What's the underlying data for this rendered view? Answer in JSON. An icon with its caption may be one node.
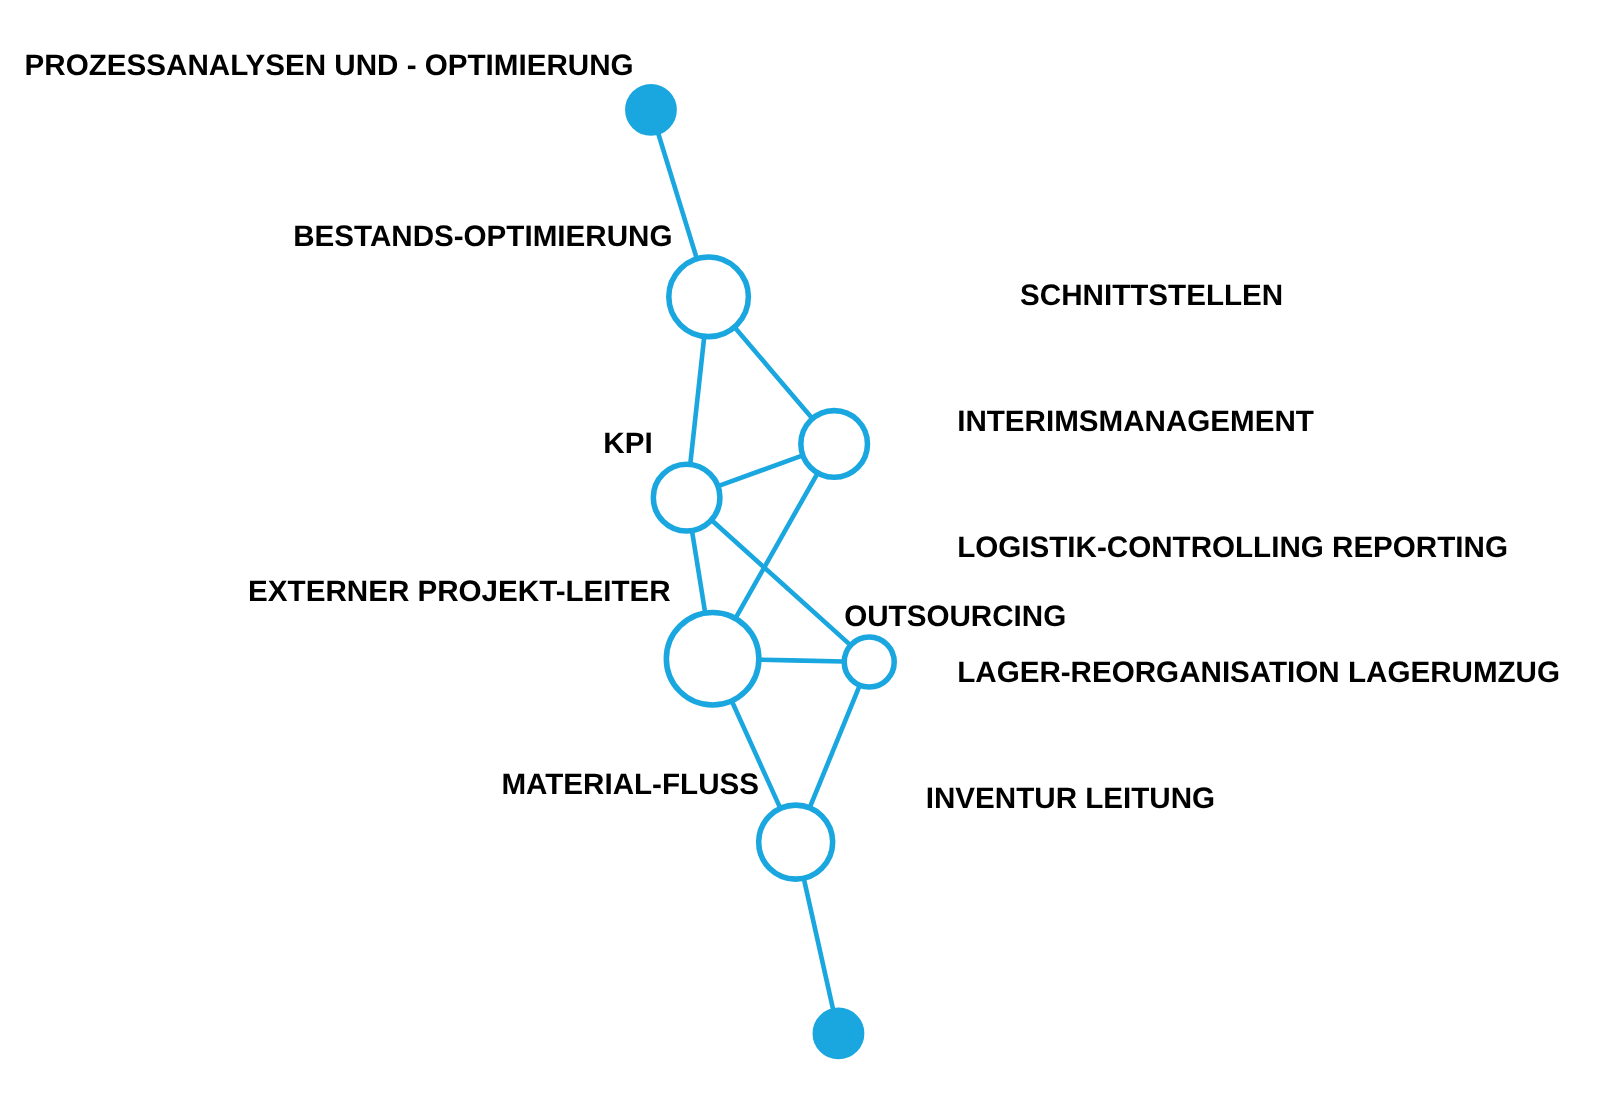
{
  "diagram": {
    "nodes": [
      {
        "text": [],
        "shape": "circle",
        "beside": [
          "PROZESSANALYSEN UND - OPTIMIERUNG"
        ]
      },
      {
        "text": [],
        "shape": "circle",
        "beside": [
          "BESTANDS-OPTIMIERUNG"
        ]
      },
      {
        "text": [],
        "shape": "circle"
      },
      {
        "text": [],
        "shape": "circle",
        "beside": [
          "KPI"
        ]
      },
      {
        "text": [],
        "shape": "circle",
        "beside": [
          "OUTSOURCING"
        ]
      },
      {
        "text": [],
        "shape": "circle",
        "beside": [
          "EXTERNER PROJEKT-LEITER"
        ]
      },
      {
        "text": [],
        "shape": "circle",
        "beside": [
          "MATERIAL-FLUSS"
        ]
      },
      {
        "text": [],
        "shape": "circle"
      }
    ],
    "edges": [
      {
        "from": 0,
        "to": 1,
        "arrow": "none"
      },
      {
        "from": 1,
        "to": 2,
        "arrow": "none"
      },
      {
        "from": 1,
        "to": 3,
        "arrow": "none"
      },
      {
        "from": 2,
        "to": 3,
        "arrow": "none"
      },
      {
        "from": 2,
        "to": 5,
        "arrow": "none"
      },
      {
        "from": 3,
        "to": 4,
        "arrow": "none"
      },
      {
        "from": 3,
        "to": 5,
        "arrow": "none"
      },
      {
        "from": 4,
        "to": 5,
        "arrow": "none"
      },
      {
        "from": 4,
        "to": 6,
        "arrow": "none"
      },
      {
        "from": 5,
        "to": 6,
        "arrow": "none"
      },
      {
        "from": 6,
        "to": 7,
        "arrow": "none"
      }
    ],
    "labels": [
      "LOGISTIK-CONTROLLING REPORTING",
      "LAGER-REORGANISATION LAGERUMZUG",
      "SCHNITTSTELLEN",
      "INVENTUR LEITUNG",
      "INTERIMSMANAGEMENT"
    ]
  }
}
